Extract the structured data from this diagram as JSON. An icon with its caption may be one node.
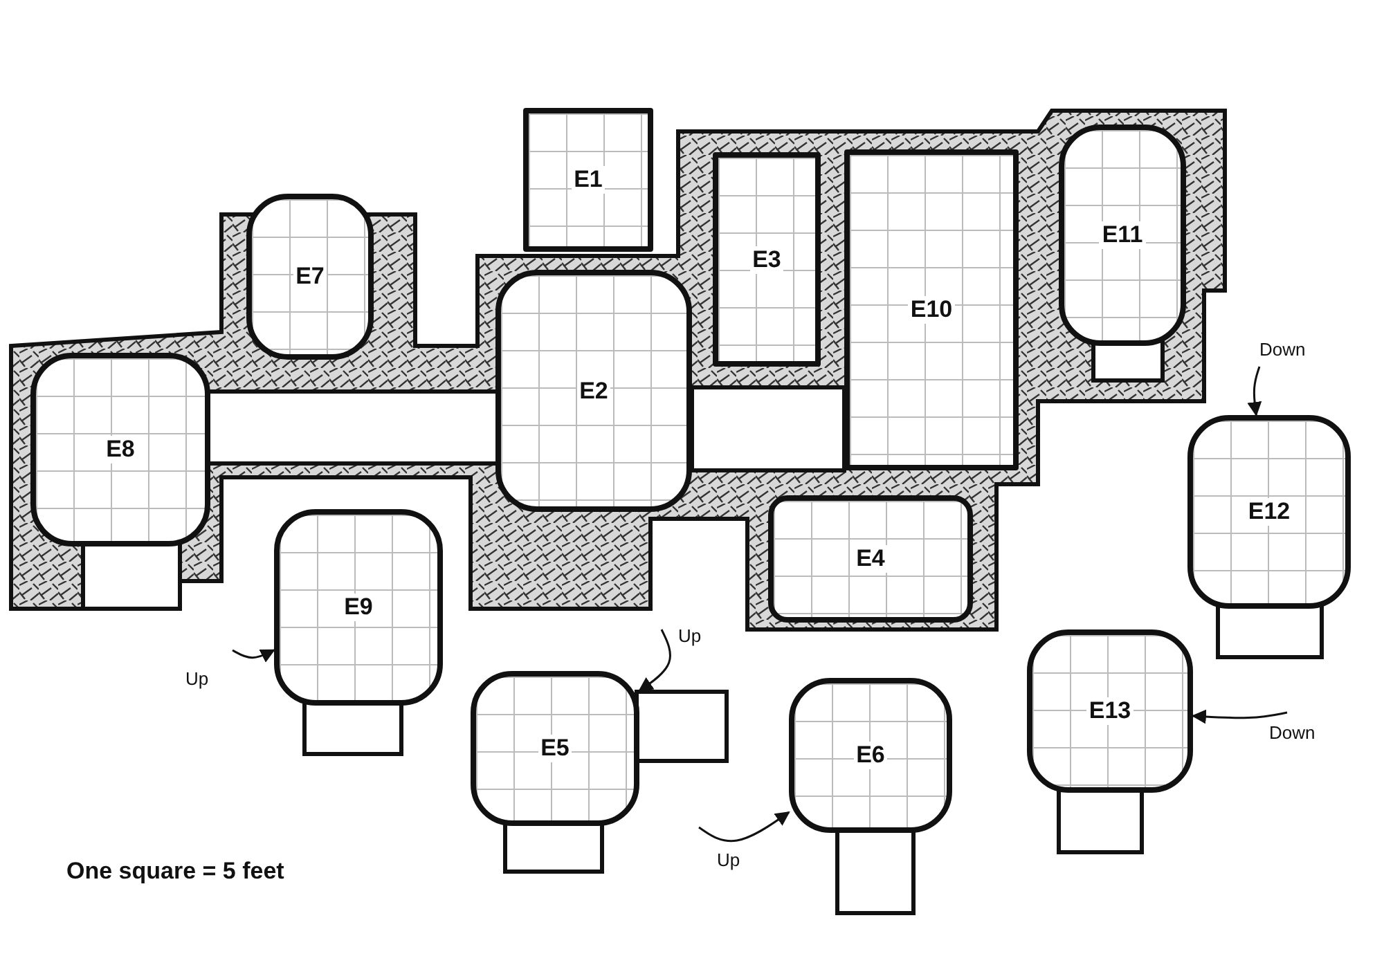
{
  "diagram": {
    "nodes": [
      {
        "text": [
          "E1"
        ]
      },
      {
        "text": [
          "E11"
        ]
      },
      {
        "text": [
          "E3"
        ]
      },
      {
        "text": [
          "E10"
        ]
      },
      {
        "text": [
          "E7"
        ]
      },
      {
        "text": [
          "E2"
        ]
      },
      {
        "text": [
          "E8"
        ]
      },
      {
        "text": [
          "E12"
        ]
      },
      {
        "text": [
          "E4"
        ]
      },
      {
        "text": [
          "E9"
        ]
      },
      {
        "text": [
          "E13"
        ]
      },
      {
        "text": [
          "E5"
        ]
      },
      {
        "text": [
          "E6"
        ]
      }
    ],
    "edges": [
      {
        "from": null,
        "to": 9,
        "arrow": "to",
        "label": "Up"
      },
      {
        "from": null,
        "to": 11,
        "arrow": "to",
        "label": "Up"
      },
      {
        "from": null,
        "to": 12,
        "arrow": "to",
        "label": "Up"
      },
      {
        "from": null,
        "to": 7,
        "arrow": "to",
        "label": "Down"
      },
      {
        "from": null,
        "to": 10,
        "arrow": "to",
        "label": "Down"
      }
    ],
    "labels": [
      "One square = 5 feet"
    ]
  }
}
